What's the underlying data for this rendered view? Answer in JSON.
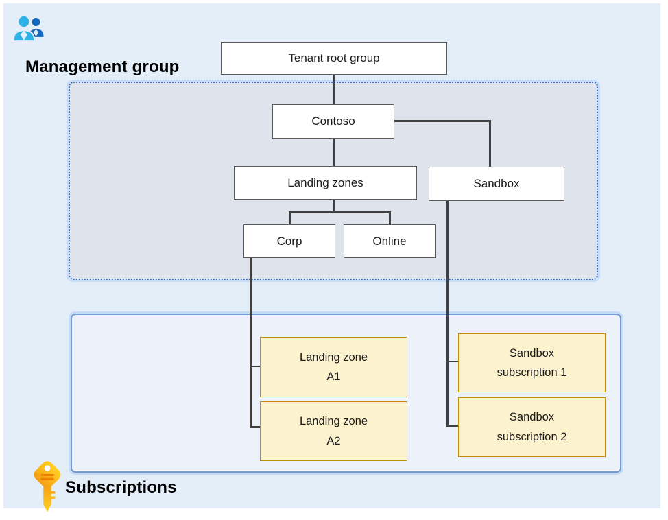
{
  "labels": {
    "management_group": "Management group",
    "subscriptions": "Subscriptions"
  },
  "nodes": {
    "tenant_root": "Tenant root group",
    "contoso": "Contoso",
    "landing_zones": "Landing zones",
    "sandbox": "Sandbox",
    "corp": "Corp",
    "online": "Online"
  },
  "subscription_boxes": {
    "lz_a1": {
      "line1": "Landing zone",
      "line2": "A1"
    },
    "lz_a2": {
      "line1": "Landing zone",
      "line2": "A2"
    },
    "sb1": {
      "line1": "Sandbox",
      "line2": "subscription 1"
    },
    "sb2": {
      "line1": "Sandbox",
      "line2": "subscription 2"
    }
  },
  "icons": {
    "management_group": "people-icon",
    "subscriptions": "key-icon"
  },
  "colors": {
    "canvas_bg": "#e3eef9",
    "mg_container_bg": "#dee3ec",
    "mg_container_border": "#4472c4",
    "subs_container_bg": "#edf2fa",
    "subs_container_border": "#6f9ad3",
    "node_bg": "#ffffff",
    "node_border": "#595959",
    "node_text": "#1b1b1b",
    "sub_box_bg": "#fdf2ce",
    "sub_box_border": "#bf9000",
    "connector": "#404040",
    "title_text": "#000000",
    "person_front": "#2fb2e5",
    "person_back": "#1467bd",
    "key_top": "#ffd125",
    "key_bottom": "#f59e16",
    "key_stripe": "#ef8200"
  }
}
